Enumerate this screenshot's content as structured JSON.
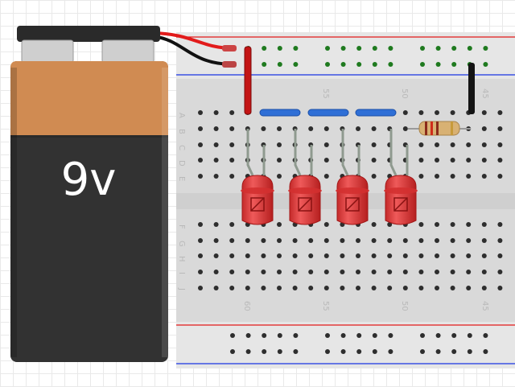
{
  "battery": {
    "label": "9v",
    "colors": {
      "cap": "#d08b52",
      "body": "#323232",
      "terminal": "#2a2a2a"
    }
  },
  "breadboard": {
    "row_letters_top": [
      "A",
      "B",
      "C",
      "D",
      "E"
    ],
    "row_letters_bottom": [
      "F",
      "G",
      "H",
      "I",
      "J"
    ],
    "column_numbers": [
      "60",
      "55",
      "50",
      "45"
    ],
    "rail_colors": {
      "positive": "#e21b1b",
      "negative": "#1b35e2"
    }
  },
  "components": {
    "leds": {
      "count": 4,
      "color": "#e53b3b"
    },
    "resistor": {
      "count": 1,
      "body_color": "#d8b173"
    },
    "jumpers": {
      "count": 3,
      "color": "#2f6fd6"
    },
    "wires": {
      "red": "#e21b1b",
      "black": "#111111"
    }
  }
}
